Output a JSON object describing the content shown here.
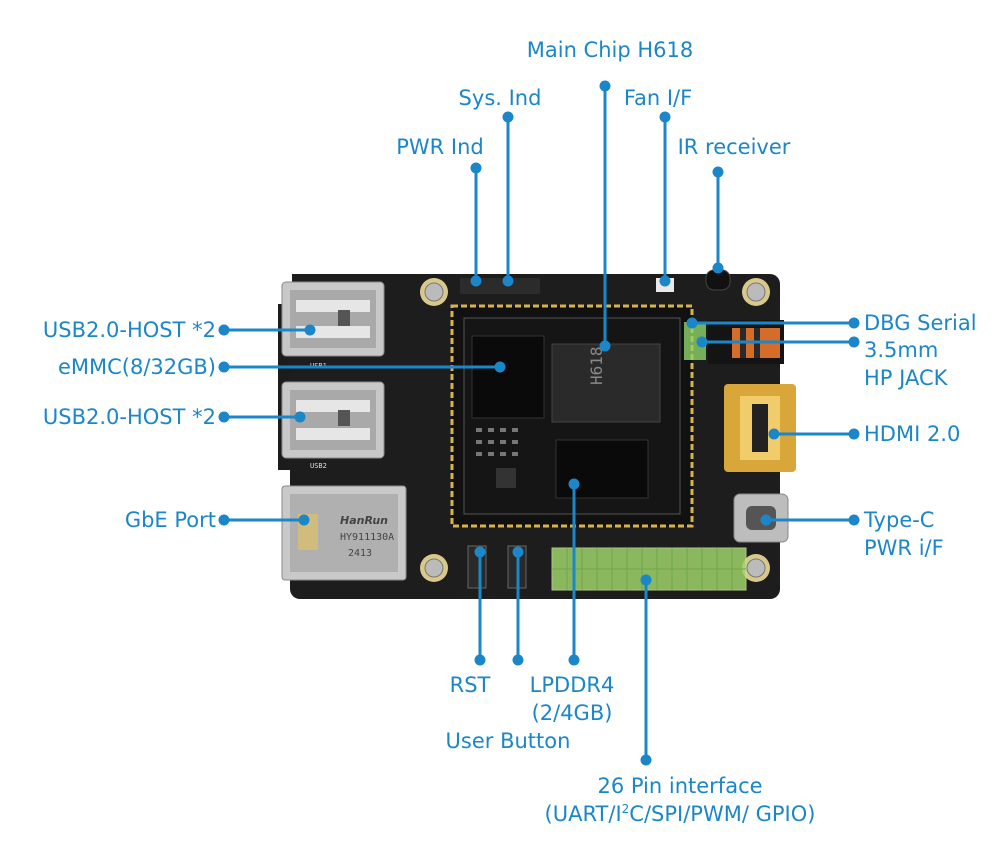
{
  "labels": {
    "main_chip": "Main Chip H618",
    "sys_ind": "Sys. Ind",
    "fan_if": "Fan I/F",
    "pwr_ind": "PWR Ind",
    "ir_receiver": "IR receiver",
    "usb_host_top": "USB2.0-HOST *2",
    "emmc": "eMMC(8/32GB)",
    "usb_host_bottom": "USB2.0-HOST *2",
    "gbe_port": "GbE Port",
    "dbg_serial": "DBG Serial",
    "hp_jack_line1": "3.5mm",
    "hp_jack_line2": "HP JACK",
    "hdmi": "HDMI 2.0",
    "typec_line1": "Type-C",
    "typec_line2": "PWR i/F",
    "rst": "RST",
    "lpddr4_line1": "LPDDR4",
    "lpddr4_line2": "(2/4GB)",
    "user_button": "User Button",
    "pin_interface_line1": "26 Pin interface",
    "pin_interface_line2_a": "(UART/I",
    "pin_interface_line2_sup": "2",
    "pin_interface_line2_b": "C/SPI/PWM/ GPIO)"
  },
  "board_markings": {
    "chip_text": "H618",
    "ethernet_brand": "HanRun",
    "ethernet_part": "HY911130A",
    "ethernet_code": "2413",
    "usb1": "USB1",
    "usb2": "USB2"
  },
  "colors": {
    "accent": "#1b86c8",
    "board": "#1c1c1c",
    "gold": "#d9b24a",
    "pin_highlight": "#9fd46a"
  }
}
